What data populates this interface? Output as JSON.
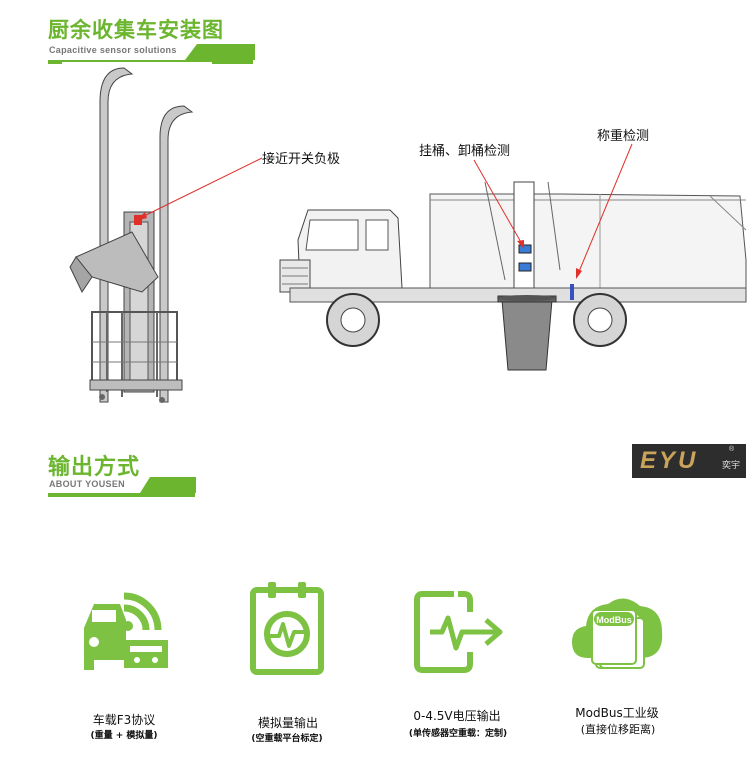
{
  "section1": {
    "title": "厨余收集车安装图",
    "subtitle": "Capacitive sensor solutions"
  },
  "callouts": {
    "proximity": "接近开关负极",
    "bucket": "挂桶、卸桶检测",
    "weighing": "称重检测"
  },
  "section2": {
    "title": "输出方式",
    "subtitle": "ABOUT YOUSEN"
  },
  "logo": {
    "text": "EYU",
    "registered": "®",
    "chinese": "奕宇"
  },
  "methods": [
    {
      "icon": "vehicle-signal-icon",
      "label": "车载F3协议",
      "sub": "(重量 + 模拟量)"
    },
    {
      "icon": "analog-monitor-icon",
      "label": "模拟量输出",
      "sub": "(空重载平台标定)"
    },
    {
      "icon": "voltage-output-icon",
      "label": "0-4.5V电压输出",
      "sub": "(单传感器空重载：定制)"
    },
    {
      "icon": "modbus-cloud-icon",
      "label": "ModBus工业级",
      "sub": "(直接位移距离)"
    }
  ],
  "cloud_badge": "ModBus",
  "colors": {
    "accent": "#6bb52f",
    "icon_green": "#7dc243",
    "callout_red": "#e0302a",
    "logo_bg": "#2d2d2d",
    "logo_gold": "#c9a35a"
  }
}
